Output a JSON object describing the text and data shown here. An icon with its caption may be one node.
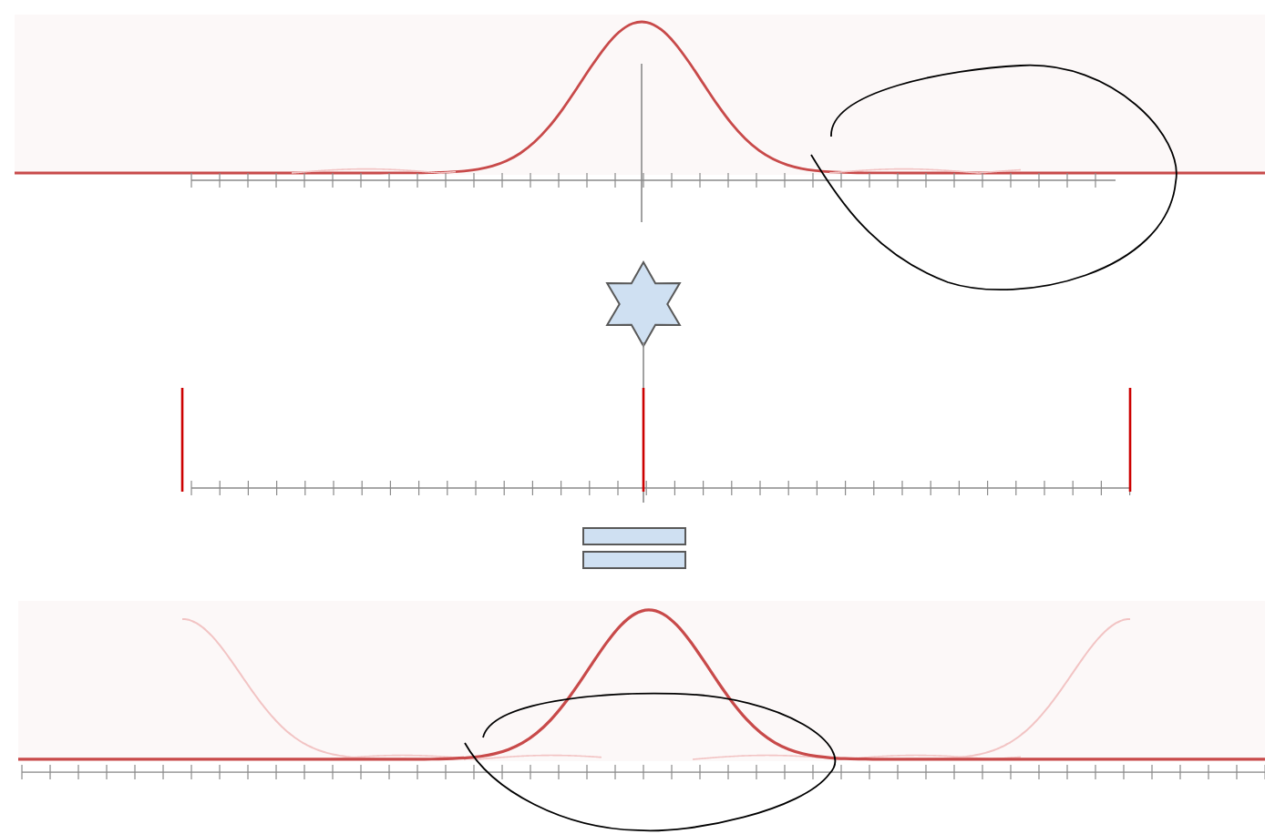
{
  "diagram": {
    "nodes": [
      {
        "text": [],
        "shape": "picture"
      },
      {
        "text": [],
        "shape": "star"
      },
      {
        "text": [],
        "shape": "picture"
      },
      {
        "text": [],
        "shape": "equals"
      },
      {
        "text": [],
        "shape": "picture"
      }
    ]
  }
}
